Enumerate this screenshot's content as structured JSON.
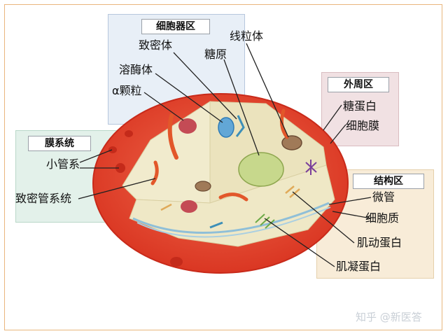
{
  "panels": {
    "organelle": {
      "title": "细胞器区",
      "labels": [
        "致密体",
        "糖原",
        "线粒体",
        "溶酶体",
        "α颗粒"
      ]
    },
    "peripheral": {
      "title": "外周区",
      "labels": [
        "糖蛋白",
        "细胞膜"
      ]
    },
    "membrane": {
      "title": "膜系统",
      "labels": [
        "小管系",
        "致密管系统"
      ]
    },
    "structural": {
      "title": "结构区",
      "labels": [
        "微管",
        "细胞质",
        "肌动蛋白",
        "肌凝蛋白"
      ]
    }
  },
  "watermark": "知乎 @新医答",
  "colors": {
    "membrane_red": "#e4412f",
    "cytoplasm_cream": "#efe8c6",
    "organelle_panel": "#e8eff7",
    "peripheral_panel": "#f1e1e3",
    "membrane_panel": "#e3f1ea",
    "structural_panel": "#f8ecd8"
  }
}
